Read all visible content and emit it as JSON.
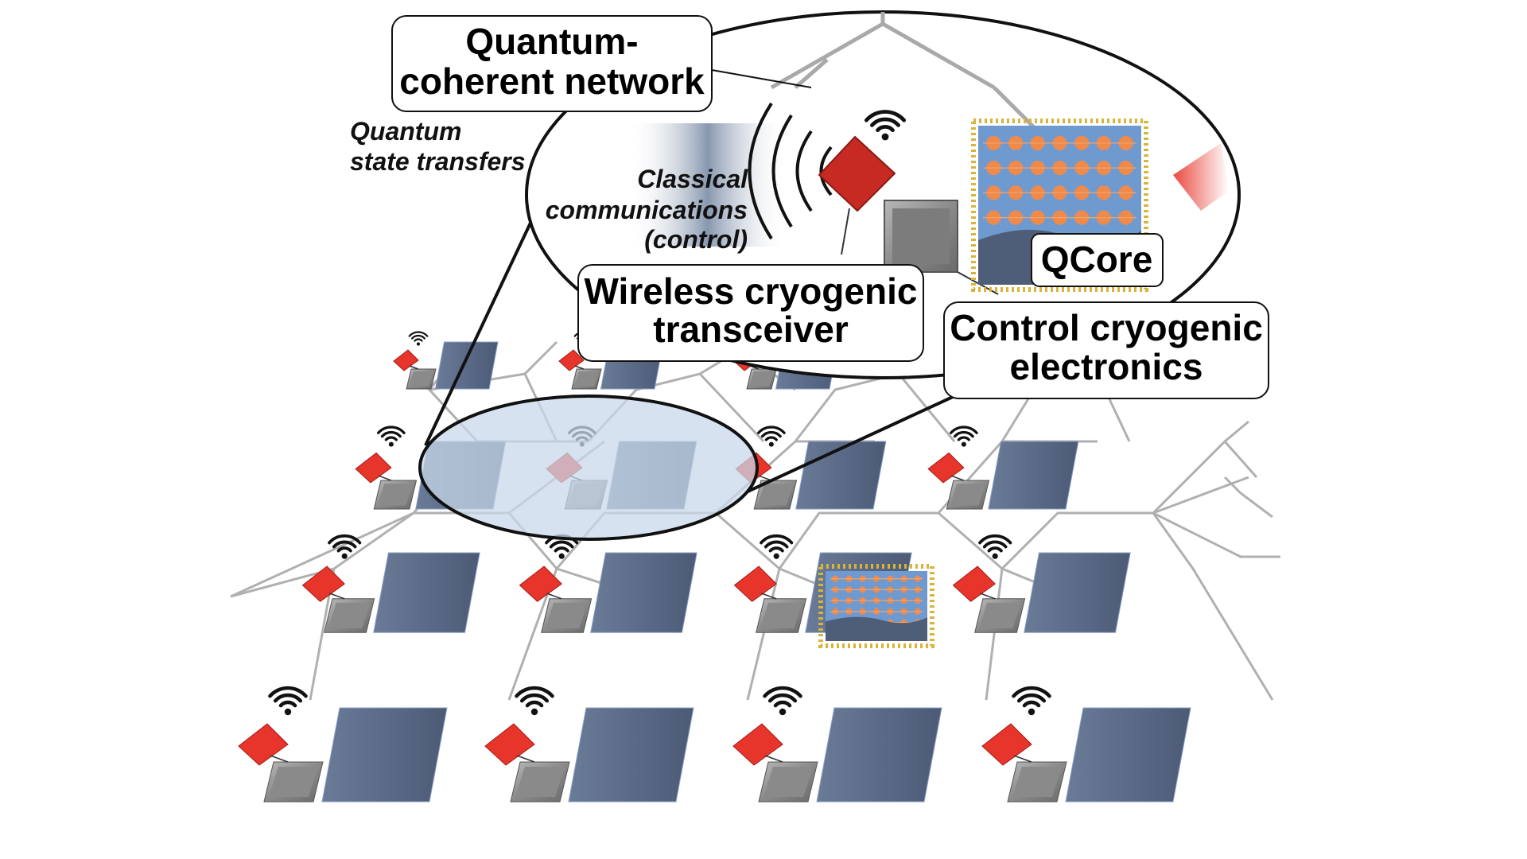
{
  "labels": {
    "quantum_network_line1": "Quantum-",
    "quantum_network_line2": "coherent network",
    "quantum_state_line1": "Quantum",
    "quantum_state_line2": "state transfers",
    "classical_line1": "Classical",
    "classical_line2": "communications",
    "classical_line3": "(control)",
    "transceiver_line1": "Wireless cryogenic",
    "transceiver_line2": "transceiver",
    "qcore": "QCore",
    "control_line1": "Control cryogenic",
    "control_line2": "electronics"
  },
  "colors": {
    "qcore_tile": "#5b6a86",
    "transceiver_chip": "#e8352c",
    "control_chip": "#8a8a8a",
    "network_lines": "#b0b0b0",
    "zoom_highlight": "#c8d8ea",
    "qubit_dot": "#f08a4b",
    "chip_pins": "#d8b438"
  },
  "icons": {
    "wireless": "wifi-icon",
    "transceiver": "diamond-chip-icon",
    "control": "square-chip-icon"
  }
}
